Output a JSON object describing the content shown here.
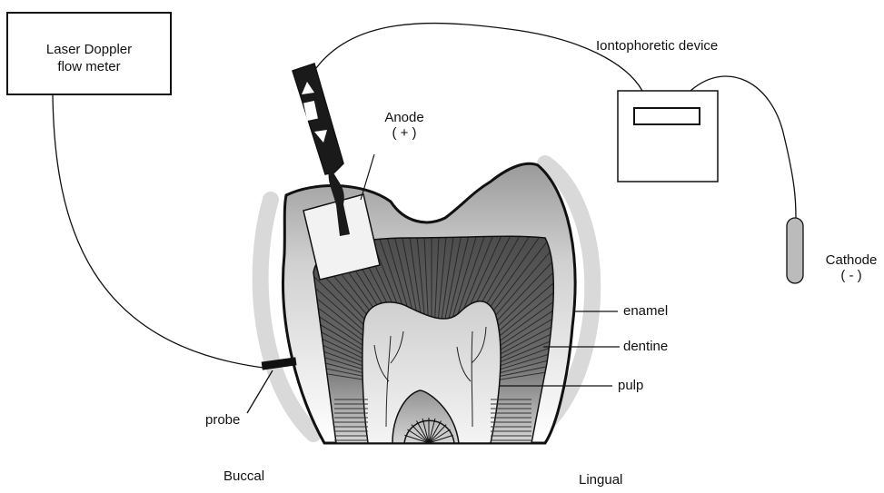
{
  "meter": {
    "line1": "Laser Doppler",
    "line2": "flow meter"
  },
  "device": {
    "label": "Iontophoretic device"
  },
  "anode": {
    "label": "Anode",
    "sign": "( + )"
  },
  "cathode": {
    "label": "Cathode",
    "sign": "( - )"
  },
  "layers": {
    "enamel": "enamel",
    "dentine": "dentine",
    "pulp": "pulp"
  },
  "probe": {
    "label": "probe"
  },
  "sides": {
    "buccal": "Buccal",
    "lingual": "Lingual"
  },
  "colors": {
    "ink": "#111111",
    "shield": "#d9d9d9",
    "dentine_dark": "#555555",
    "pulp_fill": "#e6e6e6"
  }
}
